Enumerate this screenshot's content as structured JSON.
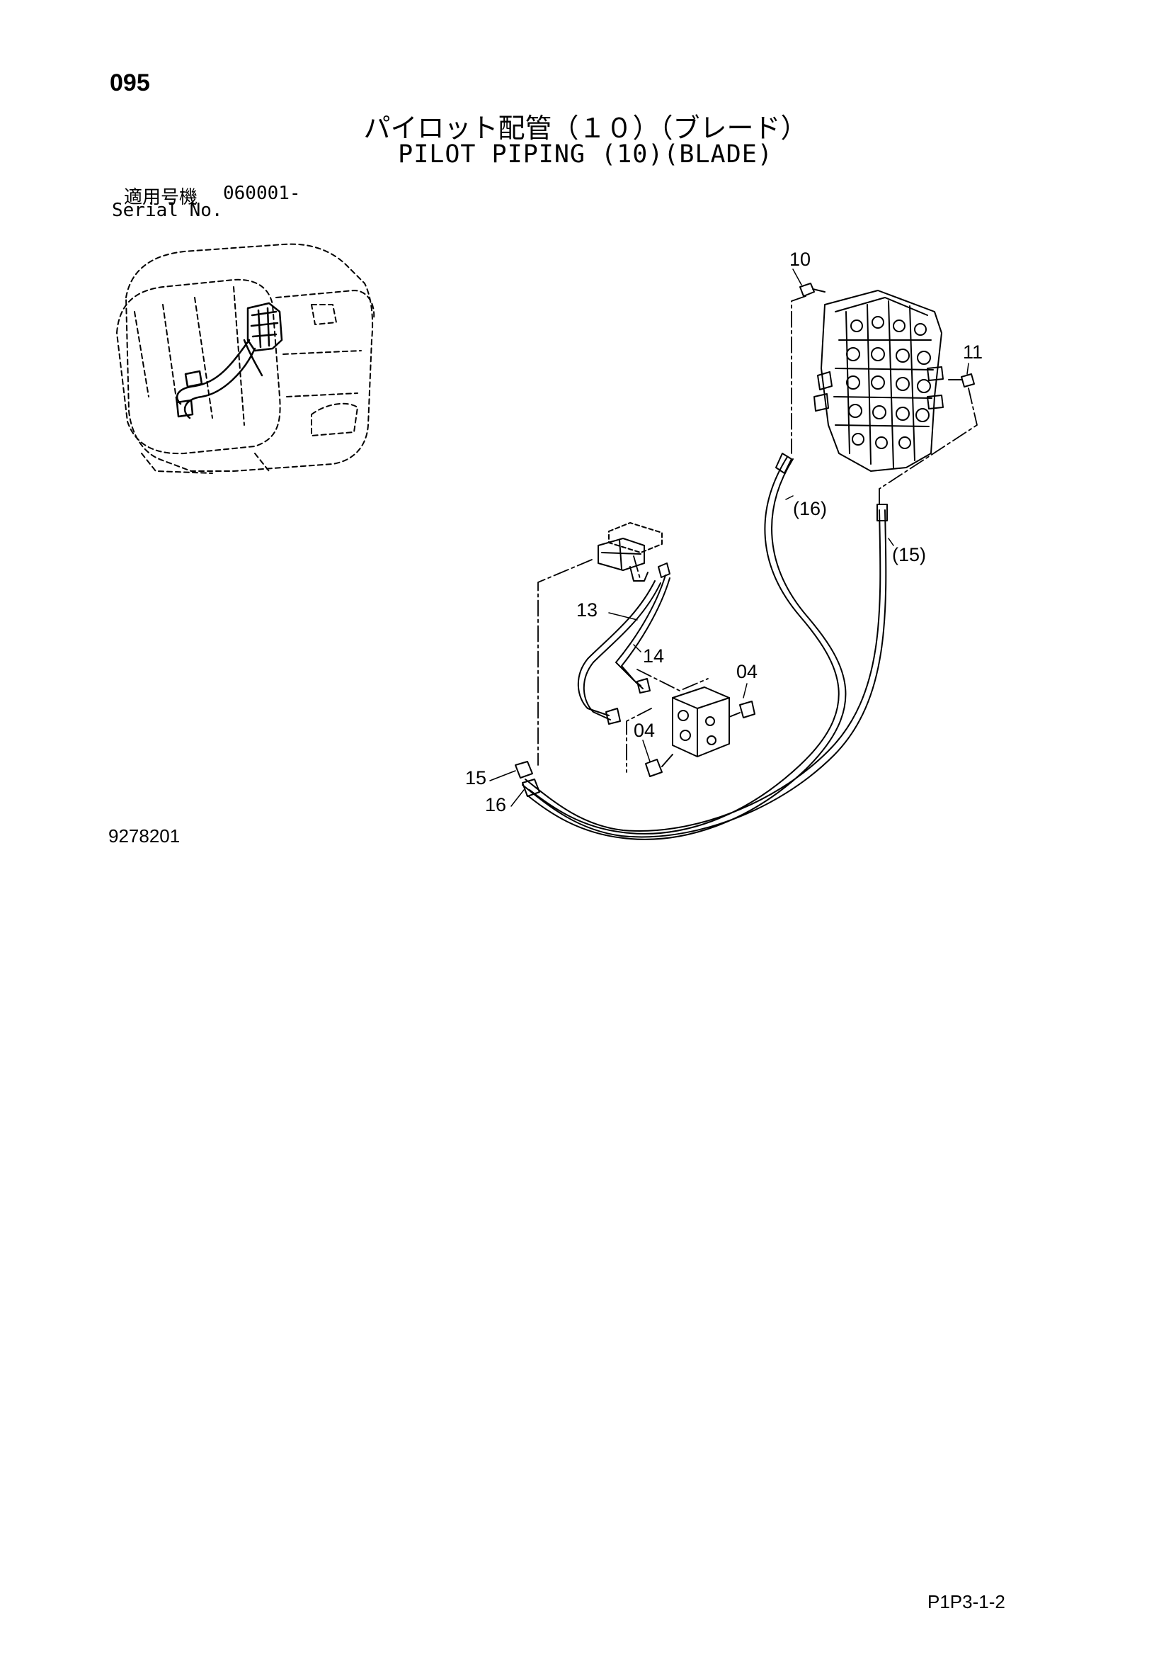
{
  "header": {
    "page_number": "095",
    "title_jp": "パイロット配管（１０）（ブレード）",
    "title_en": "PILOT PIPING (10)(BLADE)"
  },
  "serial": {
    "label_jp": "適用号機",
    "value": "060001-",
    "label_en": "Serial No."
  },
  "diagram": {
    "callouts": {
      "c10": "10",
      "c11": "11",
      "c16p": "(16)",
      "c15p": "(15)",
      "c13": "13",
      "c14": "14",
      "c04a": "04",
      "c04b": "04",
      "c15": "15",
      "c16": "16"
    }
  },
  "footer": {
    "drawing_number": "9278201",
    "page_code": "P1P3-1-2"
  }
}
